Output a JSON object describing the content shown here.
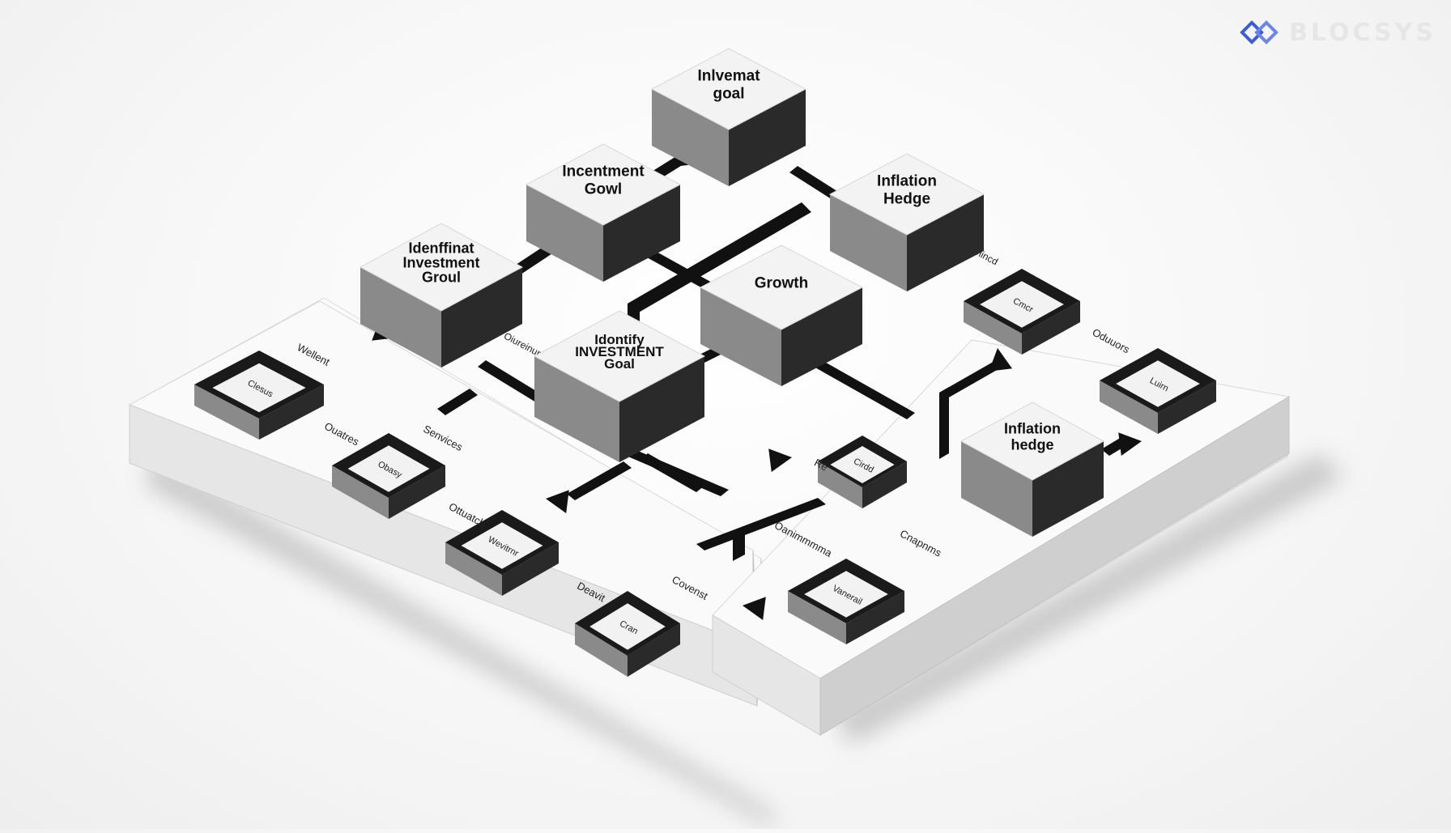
{
  "brand": {
    "name": "BLOCSYS",
    "logo_icon": "blocsys-diamond-logo-icon",
    "logo_color": "#3b5bdb",
    "text_color": "#e6e6e6"
  },
  "diagram": {
    "style": "isometric monochrome 3D flowchart",
    "colors": {
      "box_top": "#f3f3f3",
      "box_side": "#8a8a8a",
      "box_front": "#2a2a2a",
      "arrow": "#111111"
    },
    "boxes": [
      {
        "id": "box-top-goal",
        "label": [
          "Inlvemat",
          "goal"
        ]
      },
      {
        "id": "box-incentment-gowl",
        "label": [
          "Incentment",
          "Gowl"
        ]
      },
      {
        "id": "box-inflation-hedge-top",
        "label": [
          "Inflation",
          "Hedge"
        ]
      },
      {
        "id": "box-identifinat",
        "label": [
          "Idenffinat",
          "Investment",
          "Groul"
        ]
      },
      {
        "id": "box-growth",
        "label": [
          "Growth"
        ]
      },
      {
        "id": "box-identify-goal",
        "label": [
          "Idontify",
          "INVESTMENT",
          "Goal"
        ]
      },
      {
        "id": "box-inflation-hedge-right",
        "label": [
          "Inflation",
          "hedge"
        ]
      }
    ],
    "slot_labels": {
      "left_base": [
        "Wellent",
        "Clesus",
        "Ouatres",
        "Senvices",
        "Obasy",
        "Ottuatch",
        "Wevitrnr",
        "Deavit",
        "Covenst",
        "Cran"
      ],
      "right_base": [
        "Re",
        "Cirdd",
        "Oanimmmma",
        "Cnapnms",
        "Vanerail"
      ],
      "right_top": [
        "Ulincd",
        "Cmcr",
        "Oduuors",
        "Luirn"
      ],
      "center": [
        "Oiureinurr"
      ]
    }
  }
}
